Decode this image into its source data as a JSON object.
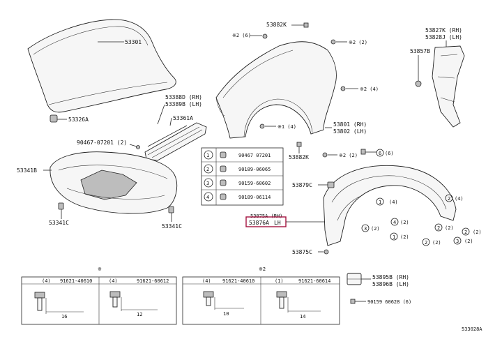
{
  "labels": {
    "hood": "53301",
    "hood_cushion": "53326A",
    "seal_rh": "53388D (RH)",
    "seal_lh": "53389B (LH)",
    "seal_sub": "53361A",
    "clip_a": "90467-07201 (2)",
    "under_cover": "53341B",
    "under_clip_l": "53341C",
    "under_clip_r": "53341C",
    "fender_top": "53882K",
    "fender_ref6": "※2 (6)",
    "fender_ref2": "※2 (2)",
    "fender_ref4": "※2 (4)",
    "fender_ref4b": "※1 (4)",
    "fender_rh": "53801 (RH)",
    "fender_lh": "53802 (LH)",
    "fender_low": "53882K",
    "fender_low_ref": "※2 (2)",
    "side_rh": "53827K (RH)",
    "side_lh": "53828J (LH)",
    "side_clip": "53857B",
    "liner_clip": "53879C",
    "liner_rh": "53875A (RH)",
    "liner_lh": "53876A",
    "liner_lh_tag": "LH",
    "liner_bottom": "53875C",
    "bracket_rh": "53895B (RH)",
    "bracket_lh": "53896B (LH)",
    "bolt_bottom": "90159 60628 (6)",
    "diagram_id": "533028A",
    "asterisk": "※",
    "asterisk_2": "※2"
  },
  "legend": [
    {
      "num": "1",
      "part": "90467 07201"
    },
    {
      "num": "2",
      "part": "90189-06065"
    },
    {
      "num": "3",
      "part": "90159-60602"
    },
    {
      "num": "4",
      "part": "90189-06114"
    }
  ],
  "callouts": {
    "c6": "6",
    "c6q": "(6)",
    "c1": "1",
    "c1q": "(4)",
    "c2": "2",
    "c2q": "(4)",
    "c3": "3",
    "c3q": "(2)",
    "c4": "4",
    "c4q": "(2)",
    "c1b": "1",
    "c1bq": "(2)",
    "c2b": "2",
    "c2bq": "(2)",
    "c2c": "2",
    "c2cq": "(2)",
    "c2d": "2",
    "c2dq": "(2)",
    "c3b": "3",
    "c3bq": "(2)"
  },
  "bolt_table": [
    {
      "num": "(4)",
      "code": "91621-40610",
      "len": "16"
    },
    {
      "num": "(4)",
      "code": "91621-60612",
      "len": "12"
    },
    {
      "num": "(4)",
      "code": "91621-40610",
      "len": "10"
    },
    {
      "num": "(1)",
      "code": "91621-60614",
      "len": "14"
    }
  ]
}
